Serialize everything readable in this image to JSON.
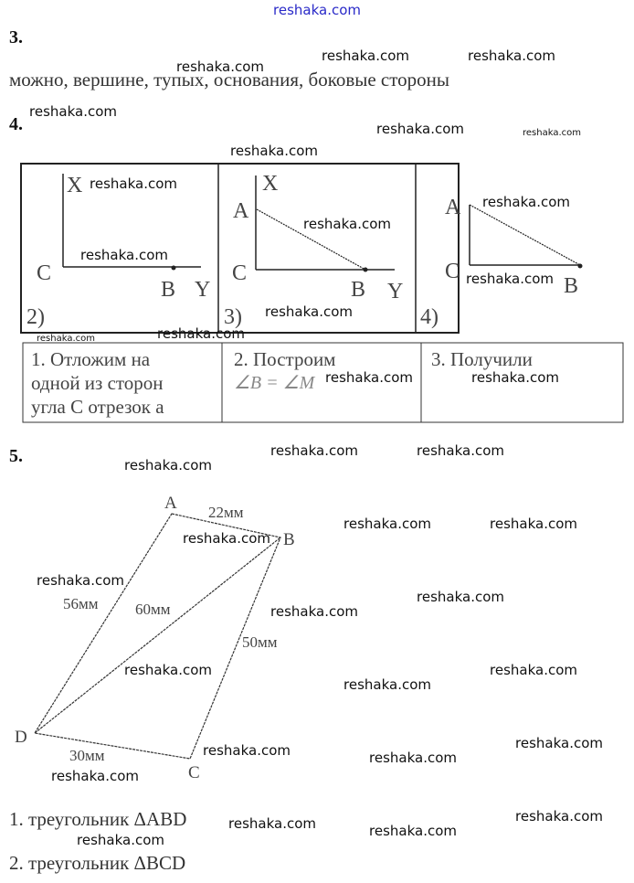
{
  "header_link": "reshaka.com",
  "task3": {
    "number": "3.",
    "text": "можно, вершине, тупых, основания, боковые стороны"
  },
  "task4": {
    "number": "4.",
    "figures": [
      {
        "step": "2)",
        "labels": {
          "X": "X",
          "C": "C",
          "B": "B",
          "Y": "Y"
        }
      },
      {
        "step": "3)",
        "labels": {
          "A": "A",
          "X": "X",
          "C": "C",
          "B": "B",
          "Y": "Y"
        }
      },
      {
        "step": "4)",
        "labels": {
          "A": "A",
          "C": "C",
          "B": "B"
        }
      }
    ],
    "table": [
      {
        "lines": [
          "1. Отложим на",
          "одной из сторон",
          "угла С отрезок а"
        ]
      },
      {
        "lines": [
          "2. Построим",
          "∠B = ∠M"
        ]
      },
      {
        "lines": [
          "3. Получили"
        ]
      }
    ]
  },
  "task5": {
    "number": "5.",
    "vertices": {
      "A": "A",
      "B": "B",
      "C": "C",
      "D": "D"
    },
    "lengths": {
      "AB": "22мм",
      "AD": "56мм",
      "BD": "60мм",
      "BC": "50мм",
      "DC": "30мм"
    },
    "answers": [
      "1. треугольник ΔABD",
      "2. треугольник ΔBCD"
    ]
  },
  "watermark": "reshaka.com"
}
